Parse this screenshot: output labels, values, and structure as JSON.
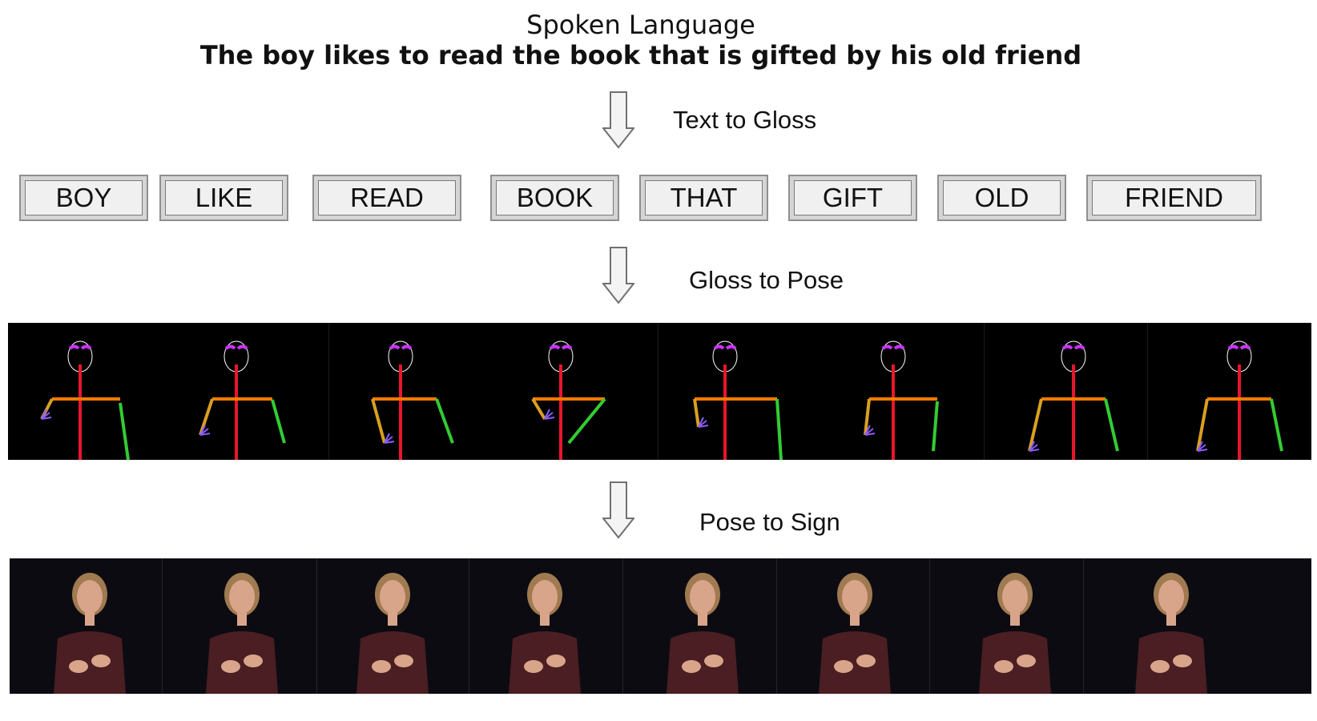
{
  "header": {
    "subtitle": "Spoken Language",
    "sentence": "The boy likes to read the book that is gifted by his old friend"
  },
  "steps": {
    "text_to_gloss": "Text to Gloss",
    "gloss_to_pose": "Gloss to Pose",
    "pose_to_sign": "Pose to Sign"
  },
  "glosses": [
    "BOY",
    "LIKE",
    "READ",
    "BOOK",
    "THAT",
    "GIFT",
    "OLD",
    "FRIEND"
  ],
  "colors": {
    "pose_background": "#000000",
    "spine": "#e8162a",
    "right_arm": "#d9a020",
    "left_arm": "#33cc33",
    "shoulder": "#ff7a00",
    "face_outline": "#ffffff",
    "brows": "#cc33ff",
    "sign_background": "#0c0b12",
    "shirt": "#4a1e22",
    "skin": "#d9a58a",
    "hair": "#a07a50"
  }
}
